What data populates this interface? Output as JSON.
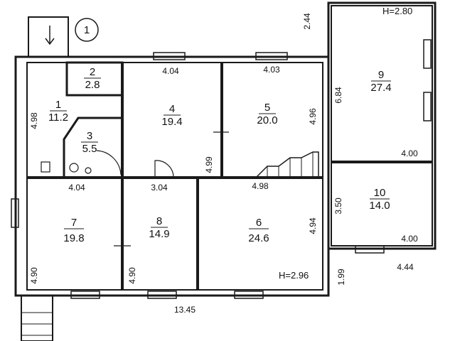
{
  "plan": {
    "header_marker": "1",
    "ceiling_heights": [
      "H=2.80",
      "H=2.96"
    ],
    "rooms": [
      {
        "number": "1",
        "area": "11.2"
      },
      {
        "number": "2",
        "area": "2.8"
      },
      {
        "number": "3",
        "area": "5.5"
      },
      {
        "number": "4",
        "area": "19.4"
      },
      {
        "number": "5",
        "area": "20.0"
      },
      {
        "number": "6",
        "area": "24.6"
      },
      {
        "number": "7",
        "area": "19.8"
      },
      {
        "number": "8",
        "area": "14.9"
      },
      {
        "number": "9",
        "area": "27.4"
      },
      {
        "number": "10",
        "area": "14.0"
      }
    ],
    "dimensions": [
      "2.44",
      "4.04",
      "4.03",
      "4.98",
      "4.96",
      "4.99",
      "6.84",
      "4.00",
      "4.04",
      "3.04",
      "4.98",
      "3.50",
      "4.94",
      "4.00",
      "4.90",
      "4.90",
      "13.45",
      "1.99",
      "4.44"
    ]
  },
  "colors": {
    "ink": "#1a1a1a",
    "background": "#ffffff"
  }
}
